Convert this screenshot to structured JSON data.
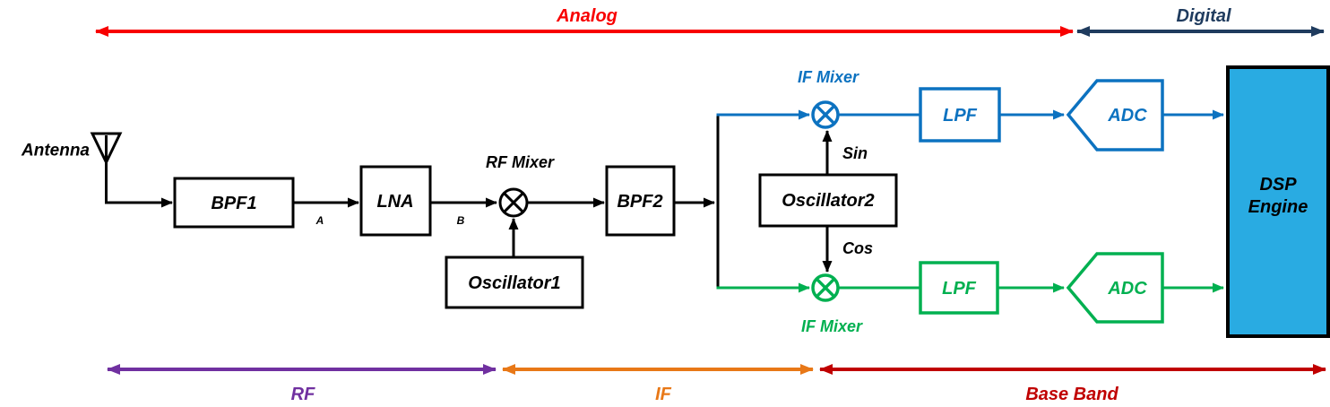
{
  "bands": {
    "analog": {
      "label": "Analog",
      "color": "#F80000"
    },
    "digital": {
      "label": "Digital",
      "color": "#1F3B5E"
    },
    "rf": {
      "label": "RF",
      "color": "#7030A0"
    },
    "if": {
      "label": "IF",
      "color": "#E87817"
    },
    "base_band": {
      "label": "Base Band",
      "color": "#C00000"
    }
  },
  "blocks": {
    "antenna": "Antenna",
    "bpf1": "BPF1",
    "lna": "LNA",
    "rf_mixer": "RF Mixer",
    "oscillator1": "Oscillator1",
    "bpf2": "BPF2",
    "oscillator2": "Oscillator2",
    "if_mixer_i": "IF Mixer",
    "if_mixer_q": "IF Mixer",
    "sin": "Sin",
    "cos": "Cos",
    "lpf_i": "LPF",
    "lpf_q": "LPF",
    "adc_i": "ADC",
    "adc_q": "ADC",
    "dsp_line1": "DSP",
    "dsp_line2": "Engine"
  },
  "node_labels": {
    "a": "A",
    "b": "B"
  },
  "colors": {
    "signal_i": "#0C72C0",
    "signal_q": "#00B050",
    "dsp_fill": "#29ABE2",
    "line": "#000000"
  }
}
